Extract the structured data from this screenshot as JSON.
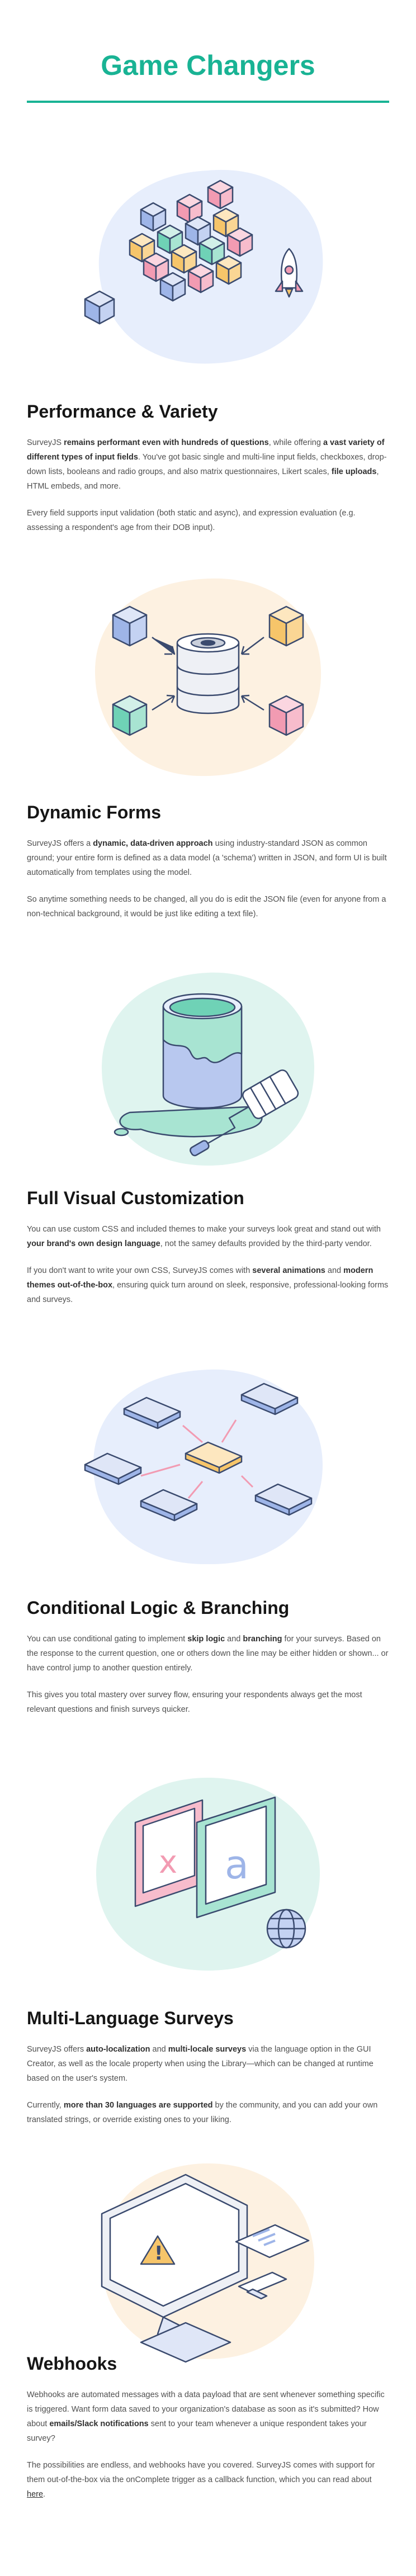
{
  "page_title": "Game Changers",
  "colors": {
    "accent": "#19b394",
    "blob_blue": "#e7eefc",
    "blob_peach": "#fdf1e1",
    "blob_mint": "#dff4ef",
    "outline": "#3a4a6e"
  },
  "sections": [
    {
      "heading": "Performance & Variety",
      "p1": {
        "a": "SurveyJS ",
        "b1": "remains performant even with hundreds of questions",
        "c": ", while offering ",
        "b2": "a vast variety of different types of input fields",
        "d": ". You've got basic single and multi-line input fields, checkboxes, drop-down lists, booleans and radio groups, and also matrix questionnaires, Likert scales, ",
        "b3": "file uploads",
        "e": ", HTML embeds, and more."
      },
      "p2": "Every field supports input validation (both static and async), and expression evaluation (e.g. assessing a respondent's age from their DOB input)."
    },
    {
      "heading": "Dynamic Forms",
      "p1": {
        "a": "SurveyJS offers a ",
        "b1": "dynamic, data-driven approach",
        "c": " using industry-standard JSON as common ground; your entire form is defined as a data model (a 'schema') written in JSON, and form UI is built automatically from templates using the model."
      },
      "p2": "So anytime something needs to be changed, all you do is edit the JSON file (even for anyone from a non-technical background, it would be just like editing a text file)."
    },
    {
      "heading": "Full Visual Customization",
      "p1": {
        "a": "You can use custom CSS and included themes to make your surveys look great and stand out with ",
        "b1": "your brand's own design language",
        "c": ", not the samey defaults provided by the third-party vendor."
      },
      "p2": {
        "a": "If you don't want to write your own CSS, SurveyJS comes with ",
        "b1": "several animations",
        "c": " and ",
        "b2": "modern themes out-of-the-box",
        "d": ", ensuring quick turn around on sleek, responsive, professional-looking forms and surveys."
      }
    },
    {
      "heading": "Conditional Logic & Branching",
      "p1": {
        "a": "You can use conditional gating to implement ",
        "b1": "skip logic",
        "c": " and ",
        "b2": "branching",
        "d": " for your surveys. Based on the response to the current question, one or others down the line may be either hidden or shown... or have control jump to another question entirely."
      },
      "p2": "This gives you total mastery over survey flow, ensuring your respondents always get the most relevant questions and finish surveys quicker."
    },
    {
      "heading": "Multi-Language Surveys",
      "p1": {
        "a": "SurveyJS offers ",
        "b1": "auto-localization",
        "c": " and ",
        "b2": "multi-locale surveys",
        "d": " via the language option in the GUI Creator, as well as the locale property when using the Library—which can be changed at runtime based on the user's system."
      },
      "p2": {
        "a": "Currently, ",
        "b1": "more than 30 languages are supported",
        "c": " by the community, and you can add your own translated strings, or override existing ones to your liking."
      }
    },
    {
      "heading": "Webhooks",
      "p1": {
        "a": "Webhooks are automated messages with a data payload that are sent whenever something specific is triggered. Want form data saved to your organization's database as soon as it's submitted? How about ",
        "b1": "emails/Slack notifications",
        "c": " sent to your team whenever a unique respondent takes your survey?"
      },
      "p2": {
        "a": "The possibilities are endless, and webhooks have you covered. SurveyJS comes with support for them out-of-the-box via the onComplete trigger as a callback function, which you can read about ",
        "link": "here",
        "b": "."
      }
    }
  ],
  "illustrations": {
    "cubes": "cubes-illustration",
    "database": "database-illustration",
    "paint": "paint-bucket-illustration",
    "flow": "flowchart-illustration",
    "language": "language-illustration",
    "monitor": "monitor-illustration"
  },
  "illustration_text": {
    "lang_x": "x",
    "lang_a": "a",
    "warn": "!"
  }
}
